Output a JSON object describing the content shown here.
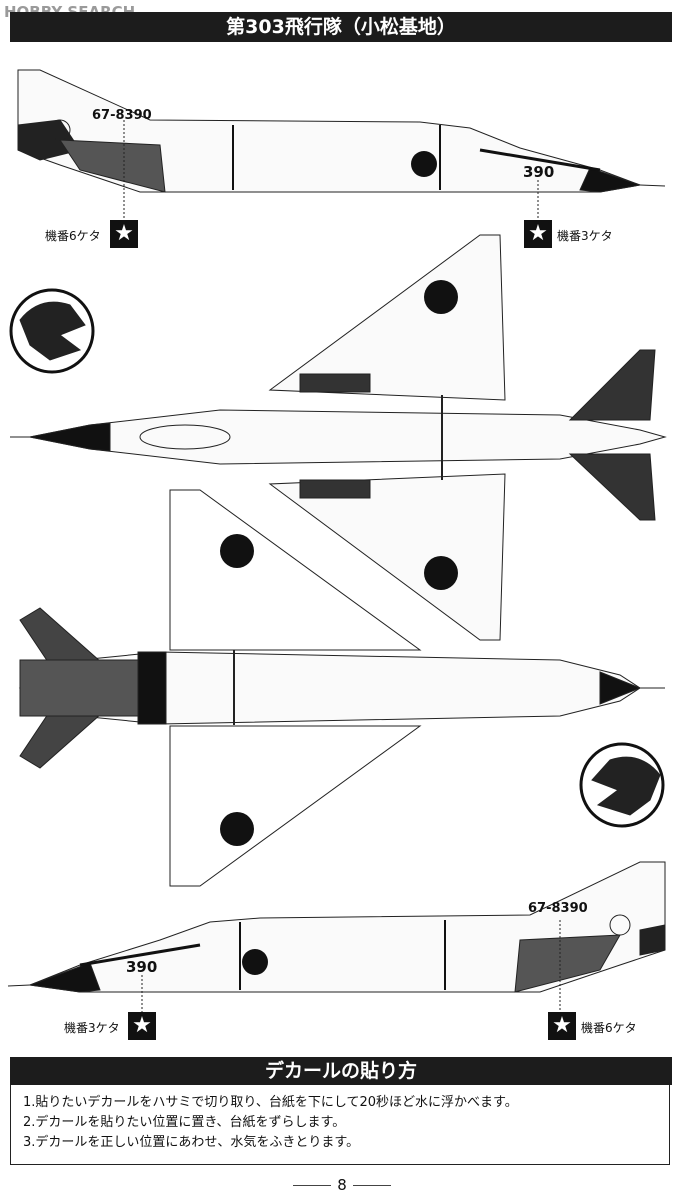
{
  "watermark": "HOBBY SEARCH",
  "header": {
    "title": "第303飛行隊（小松基地）"
  },
  "side_view_top": {
    "serial_6digit": "67-8390",
    "serial_3digit": "390",
    "callouts": [
      {
        "label": "機番6ケタ",
        "icon": "star-icon"
      },
      {
        "label": "機番3ケタ",
        "icon": "star-icon"
      }
    ]
  },
  "side_view_bottom": {
    "serial_6digit": "67-8390",
    "serial_3digit": "390",
    "callouts": [
      {
        "label": "機番3ケタ",
        "icon": "star-icon"
      },
      {
        "label": "機番6ケタ",
        "icon": "star-icon"
      }
    ]
  },
  "emblems": [
    "dragon-emblem-icon",
    "dragon-emblem-icon"
  ],
  "instructions": {
    "title": "デカールの貼り方",
    "steps": [
      "1.貼りたいデカールをハサミで切り取り、台紙を下にして20秒ほど水に浮かべます。",
      "2.デカールを貼りたい位置に置き、台紙をずらします。",
      "3.デカールを正しい位置にあわせ、水気をふきとります。"
    ]
  },
  "page_number": "8"
}
